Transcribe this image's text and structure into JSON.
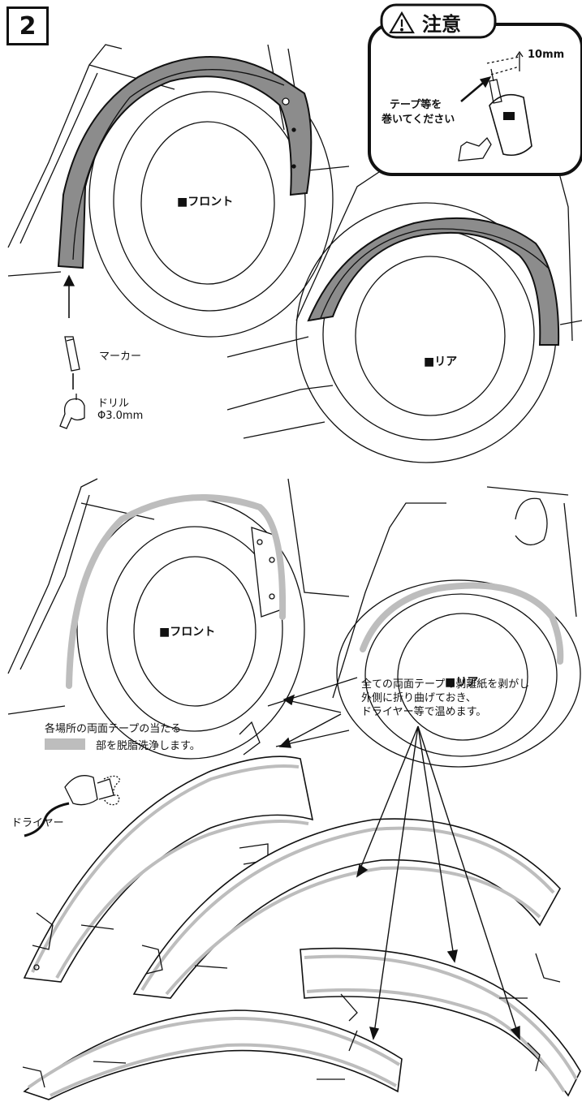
{
  "step": {
    "number": "2"
  },
  "caution": {
    "title": "注意",
    "dimension": "10mm",
    "tape_note_line1": "テープ等を",
    "tape_note_line2": "巻いてください"
  },
  "top_panel": {
    "front_label": "■フロント",
    "rear_label": "■リア",
    "marker_label": "マーカー",
    "drill_label": "ドリル",
    "drill_size": "Φ3.0mm"
  },
  "middle_panel": {
    "front_label": "■フロント",
    "rear_label": "■リア",
    "degrease_line1": "各場所の両面テープの当たる",
    "degrease_line2": "部を脱脂洗浄します。"
  },
  "bottom_panel": {
    "dryer_label": "ドライヤー",
    "instruction_line1": "全ての両面テープの剥離紙を剥がし",
    "instruction_line2": "外側に折り曲げておき、",
    "instruction_line3": "ドライヤー等で温めます。"
  },
  "colors": {
    "fender": "#8c8c8c",
    "degrease_area": "#bdbdbd",
    "line": "#111111"
  }
}
